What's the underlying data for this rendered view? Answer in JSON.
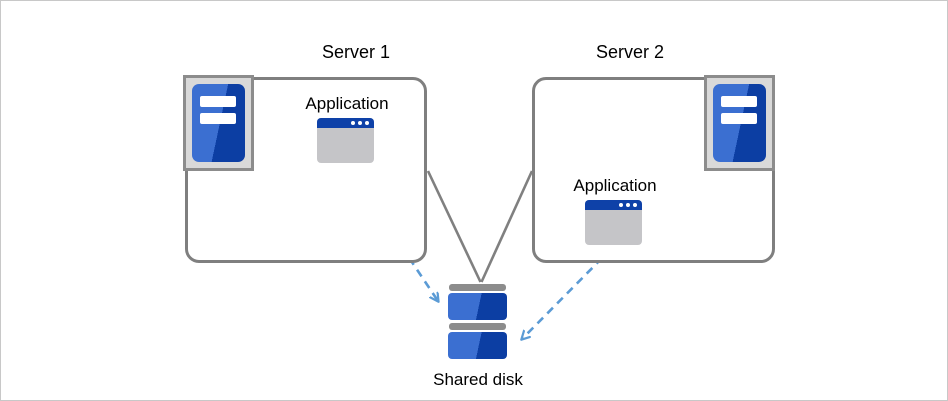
{
  "diagram": {
    "title_hint": "Two servers with applications accessing one shared disk",
    "server1": {
      "title": "Server 1",
      "app_label": "Application"
    },
    "server2": {
      "title": "Server 2",
      "app_label": "Application"
    },
    "shared_disk": {
      "label": "Shared disk"
    },
    "icons": {
      "server1_icon": "server-tower-icon",
      "server2_icon": "server-tower-icon",
      "app1_icon": "application-window-icon",
      "app2_icon": "application-window-icon",
      "disk_icon": "disk-stack-icon"
    },
    "connectors": {
      "gray_lines": "server boxes to shared disk (solid)",
      "blue_arrows": "applications to shared disk (dashed, arrowhead)"
    },
    "colors": {
      "box_border": "#7f7f7f",
      "connector_gray": "#808080",
      "arrow_blue": "#5b9bd5",
      "tile_bg": "#d9d9d9",
      "tile_border": "#8c8c8c",
      "blue_light": "#3b6fd1",
      "blue_dark": "#0c3ea3",
      "window_title_blue": "#0e41a8",
      "window_body_gray": "#c5c5c8",
      "disk_bar_gray": "#8c8c8c",
      "text": "#000000",
      "canvas_border": "#c8c8c8"
    }
  }
}
